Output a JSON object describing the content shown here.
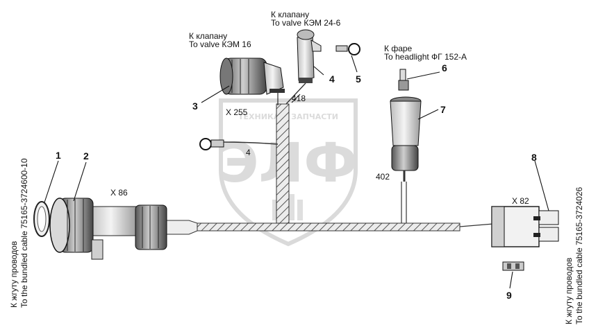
{
  "watermark": {
    "top_text": "ТЕХНИКА И ЗАПЧАСТИ",
    "main_text": "ЭЛФ"
  },
  "callouts": {
    "c1": "1",
    "c2": "2",
    "c3": "3",
    "c4": "4",
    "c5": "5",
    "c6": "6",
    "c7": "7",
    "c8": "8",
    "c9": "9"
  },
  "connectors": {
    "x86": "X 86",
    "x255": "X 255",
    "x82": "X 82"
  },
  "wires": {
    "w418": "418",
    "w4": "4",
    "w402": "402"
  },
  "captions": {
    "valve16_ru": "К клапану",
    "valve16_en": "To valve КЭМ 16",
    "valve24_ru": "К клапану",
    "valve24_en": "To valve КЭМ 24-6",
    "headlight_ru": "К фаре",
    "headlight_en": "To headlight ФГ 152-А",
    "left_ru": "К жгуту проводов",
    "left_en": "To the bundled cable 75165-3724600-10",
    "right_ru": "К жгуту проводов",
    "right_en": "To the bundled cable 75165-3724026"
  }
}
